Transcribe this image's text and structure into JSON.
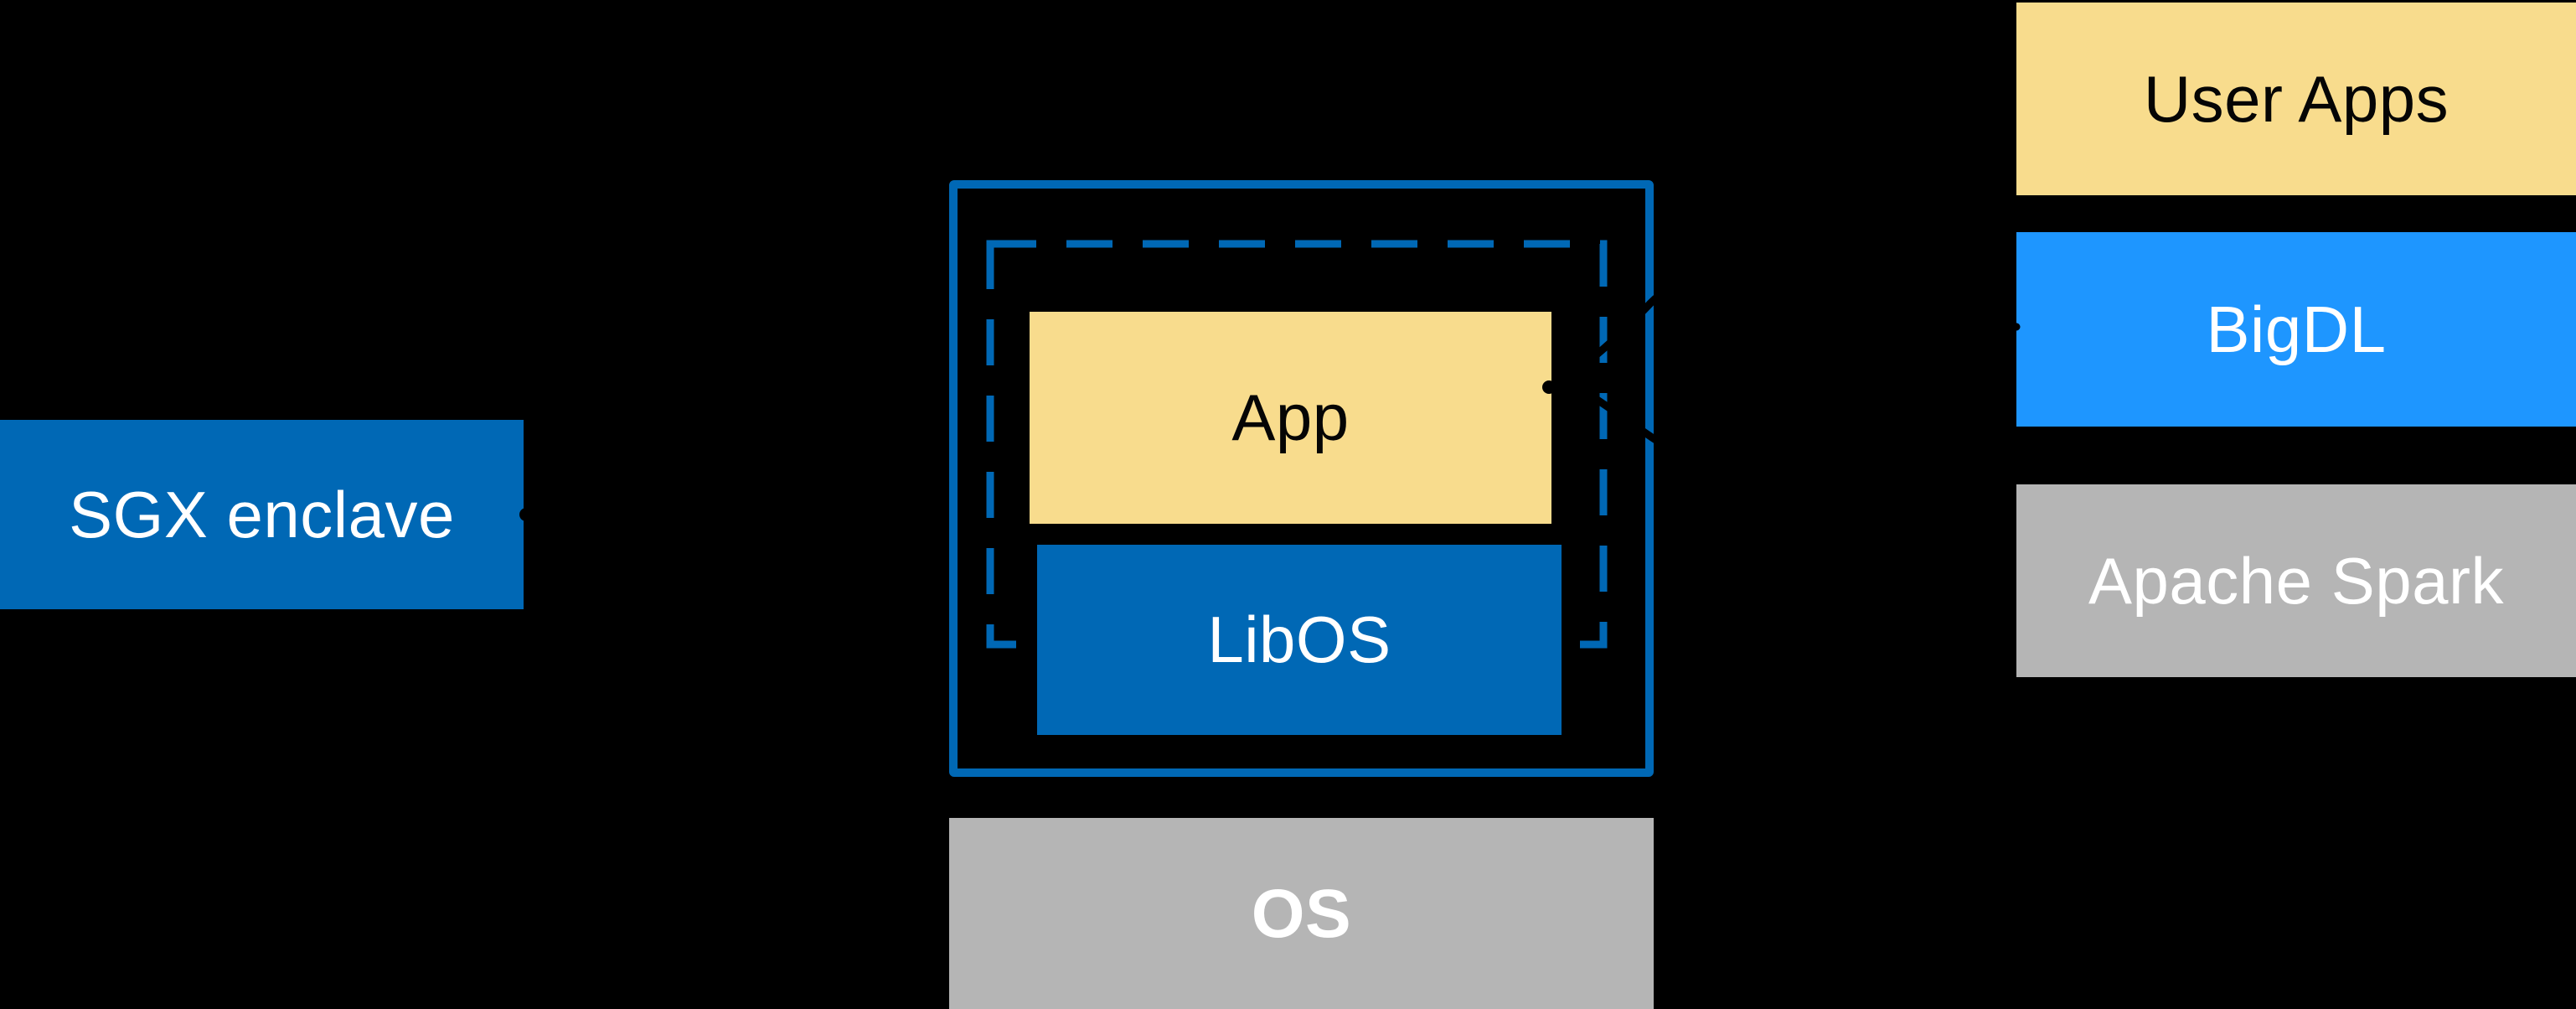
{
  "diagram": {
    "background_color": "#000000",
    "boxes": {
      "sgx": {
        "label": "SGX enclave",
        "fill": "#0068B5",
        "text_color": "#FFFFFF"
      },
      "app": {
        "label": "App",
        "fill": "#F8DC8D",
        "text_color": "#050505"
      },
      "libos": {
        "label": "LibOS",
        "fill": "#0068B5",
        "text_color": "#FFFFFF"
      },
      "os": {
        "label": "OS",
        "fill": "#B5B5B5",
        "text_color": "#FFFFFF"
      },
      "user_apps": {
        "label": "User Apps",
        "fill": "#F8DC8D",
        "text_color": "#050505"
      },
      "bigdl": {
        "label": "BigDL",
        "fill": "#1E96FF",
        "text_color": "#FFFFFF"
      },
      "apache_spark": {
        "label": "Apache Spark",
        "fill": "#B5B5B5",
        "text_color": "#FFFFFF"
      }
    },
    "enclave_outline": {
      "solid_border_color": "#0068B5",
      "dashed_border_color": "#0068B5"
    },
    "annotations": {
      "sgx_connector": "black-dashed-connector-with-dot-on-sgx-box-edge",
      "app_connector": "black-connector-with-dot-on-app-box-edge-crossing-enclave-border",
      "lower_connector": "black-connector-crossing-enclave-border"
    }
  }
}
